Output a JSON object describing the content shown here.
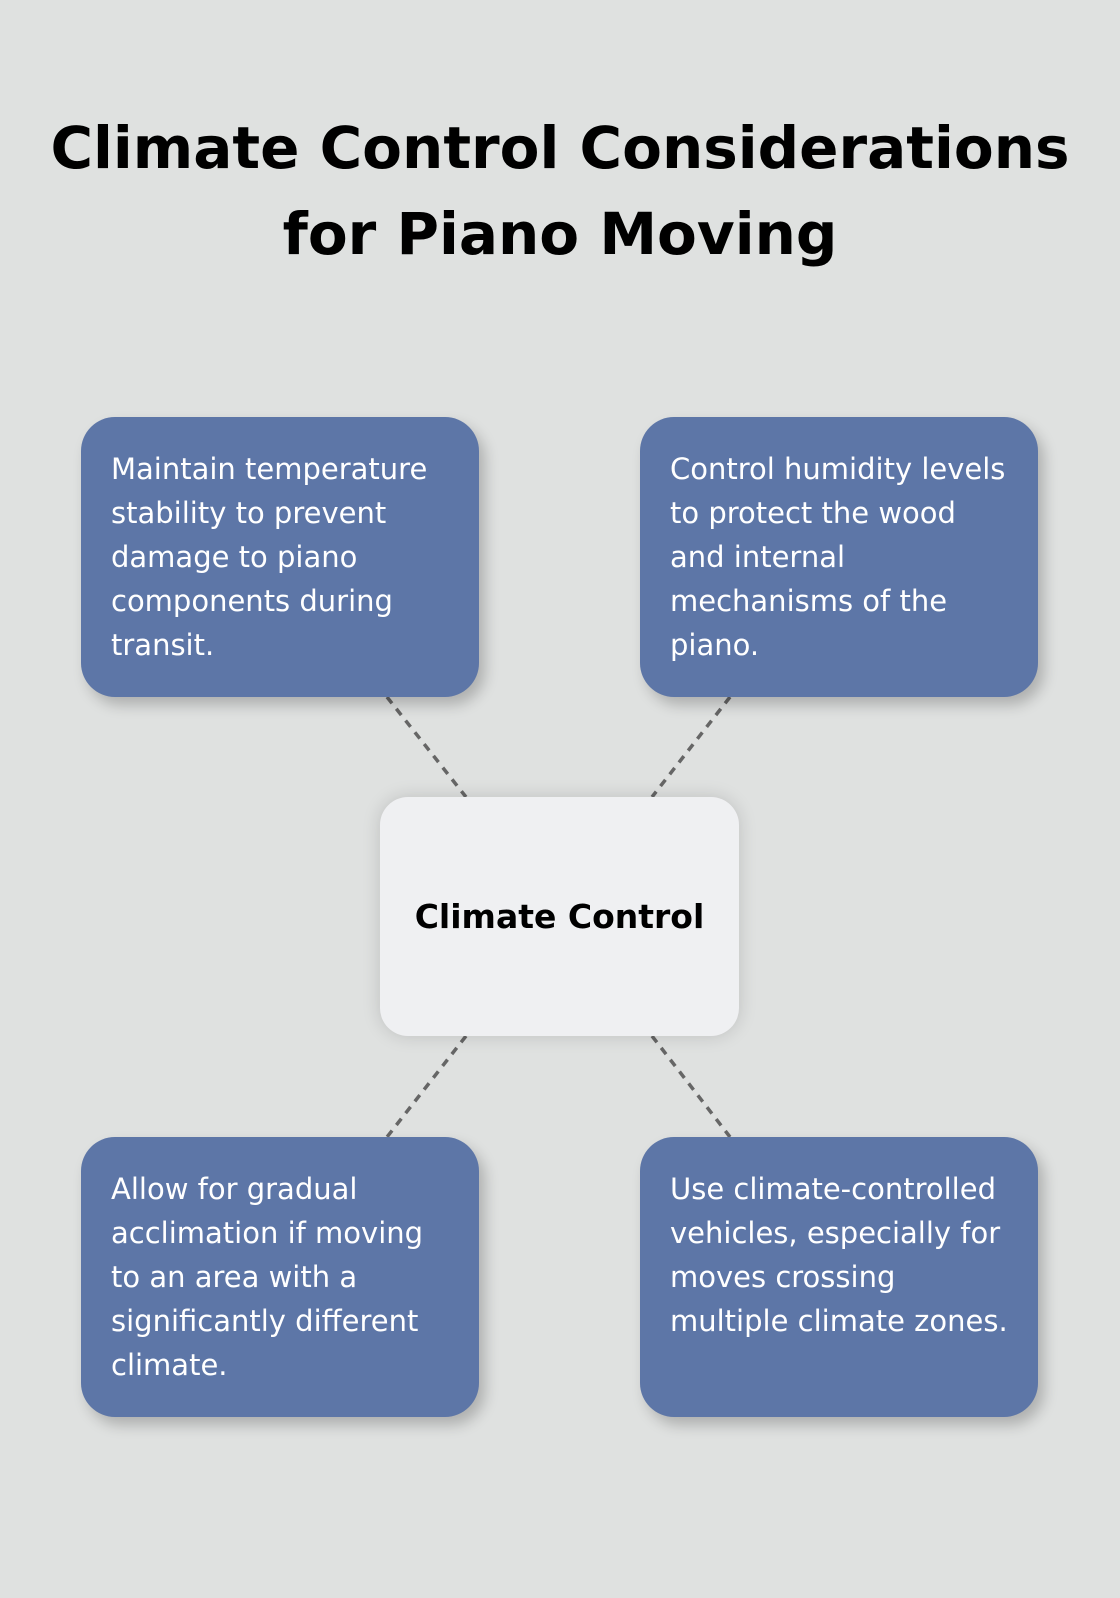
{
  "title": {
    "line1": "Climate Control Considerations",
    "line2": "for Piano Moving"
  },
  "center": {
    "label": "Climate Control"
  },
  "nodes": [
    {
      "text": "Maintain temperature stability to prevent damage to piano components during transit."
    },
    {
      "text": "Control humidity levels to protect the wood and internal mechanisms of the piano."
    },
    {
      "text": "Allow for gradual acclimation if moving to an area with a significantly different climate."
    },
    {
      "text": "Use climate-controlled vehicles, especially for moves crossing multiple climate zones."
    }
  ],
  "colors": {
    "background": "#dfe1e0",
    "node": "#5d76a7",
    "center": "#eff0f2",
    "connector": "#666666"
  }
}
